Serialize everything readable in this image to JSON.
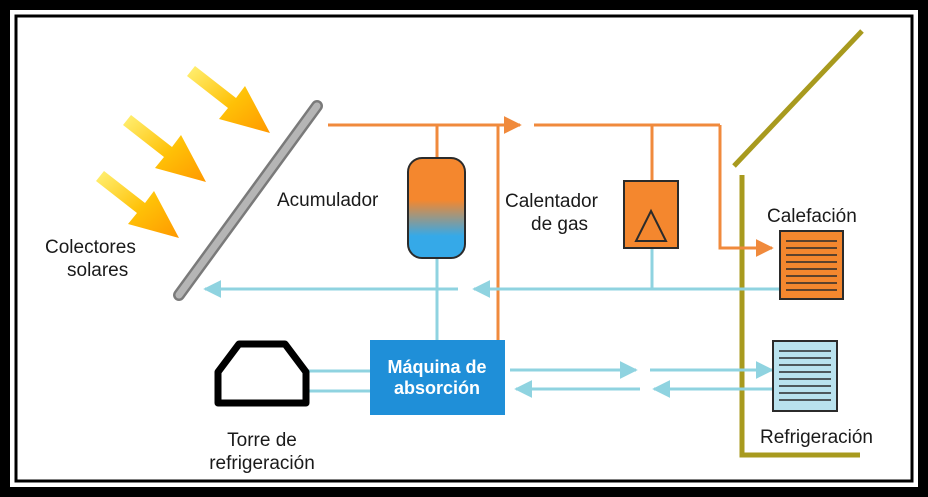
{
  "labels": {
    "collectors": [
      "Colectores",
      "solares"
    ],
    "accumulator": "Acumulador",
    "gas_heater": [
      "Calentador",
      "de gas"
    ],
    "heating": "Calefación",
    "absorption_machine": [
      "Máquina de",
      "absorción"
    ],
    "cooling_tower": [
      "Torre de",
      "refrigeración"
    ],
    "cooling": "Refrigeración"
  },
  "colors": {
    "frame": "#000000",
    "hot_line": "#f08a3c",
    "cold_line": "#8fd3e0",
    "absorption_box": "#1f8fd8",
    "gas_heater": "#f4872e",
    "heating_panel": "#f4872e",
    "cooling_panel": "#b9e2ee",
    "roof": "#a89a1e",
    "collector": "#9e9e9e",
    "sun_arrow": "#ffb400"
  },
  "icons": {
    "sun_rays": "sun-arrow-icon",
    "gas_heater": "triangle-flame-icon",
    "cooling_tower": "cooling-tower-icon"
  }
}
